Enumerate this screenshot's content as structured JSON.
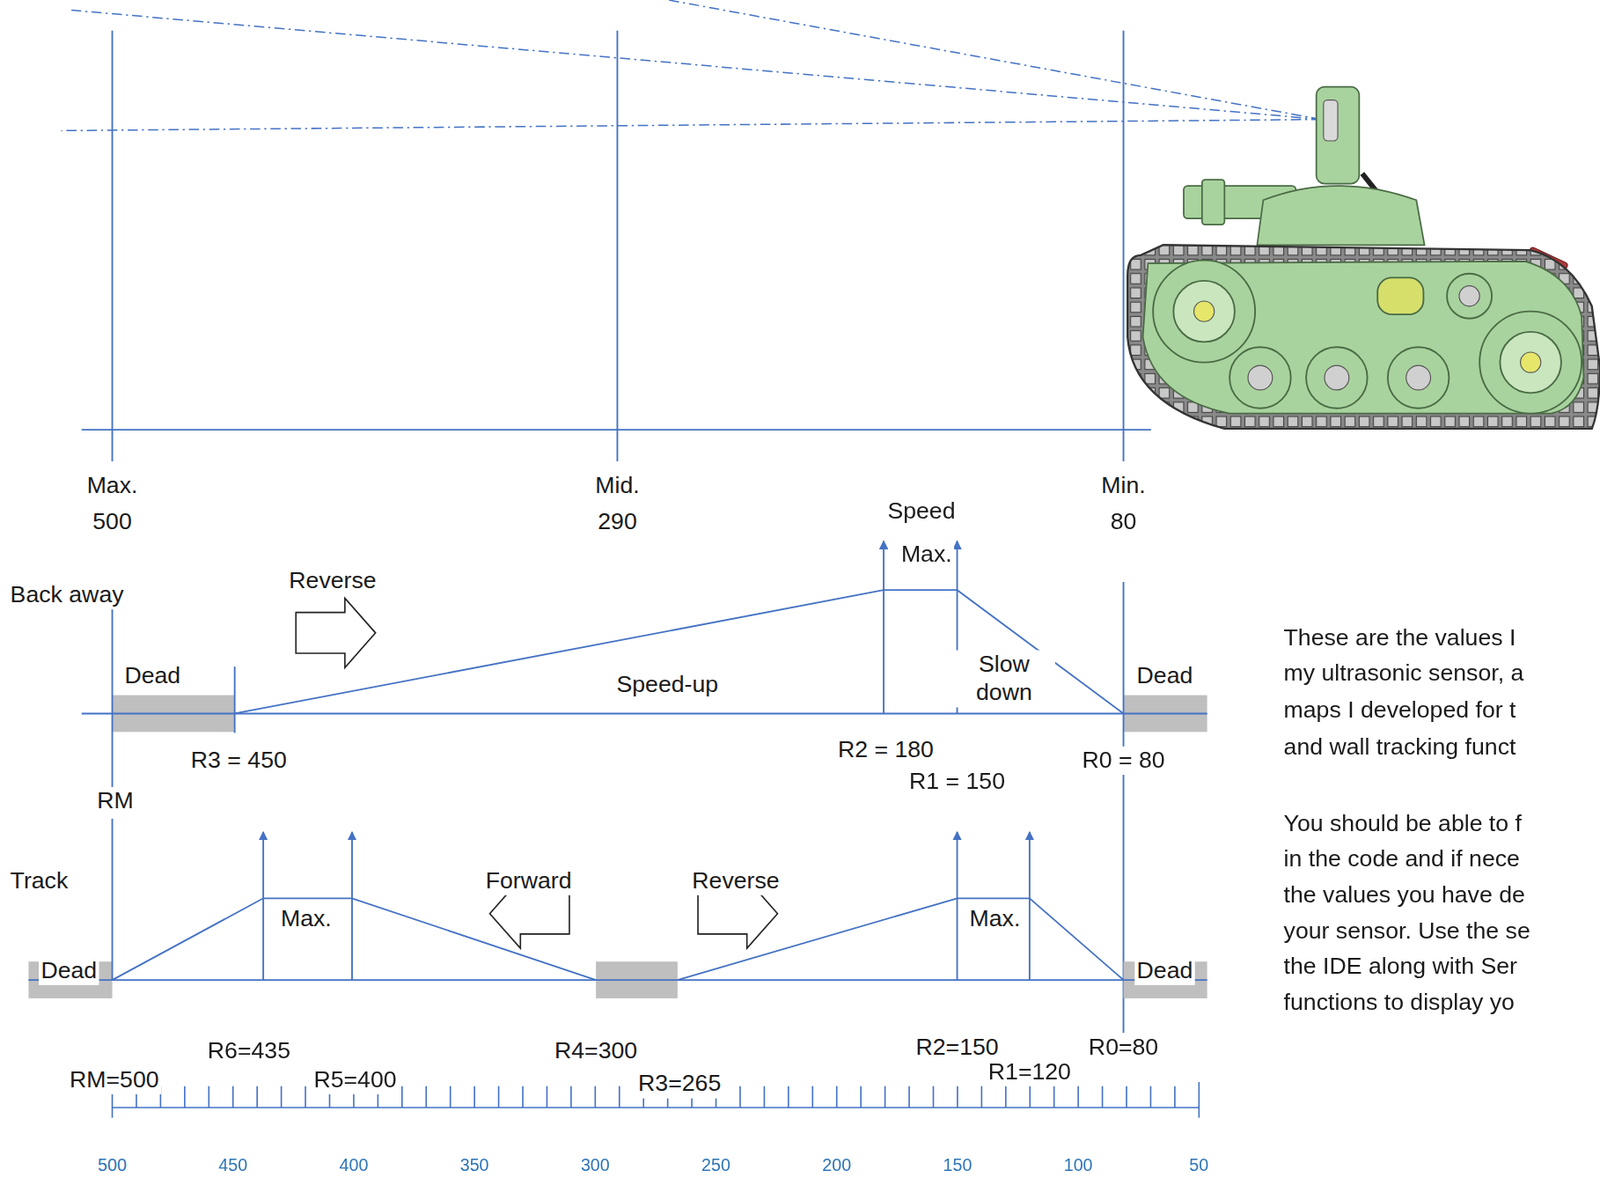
{
  "diagram": {
    "labels": [
      "Max.",
      "500",
      "Mid.",
      "290",
      "Min.",
      "80",
      "Speed",
      "Max.",
      "Back away",
      "Reverse",
      "Dead",
      "Speed-up",
      "Slow down",
      "Dead",
      "R3 = 450",
      "R2 = 180",
      "R1 = 150",
      "R0 = 80",
      "RM",
      "Track",
      "Forward",
      "Reverse",
      "Max.",
      "Max.",
      "Dead",
      "Dead",
      "RM=500",
      "R6=435",
      "R5=400",
      "R4=300",
      "R3=265",
      "R2=150",
      "R1=120",
      "R0=80",
      "These are the values I",
      "my ultrasonic sensor, a",
      "maps I developed for t",
      "and wall tracking funct",
      "You should be able to f",
      "in the code and if nece",
      "the values you have de",
      "your sensor. Use the se",
      "the IDE along with Ser",
      "functions to display yo",
      "500",
      "450",
      "400",
      "350",
      "300",
      "250",
      "200",
      "150",
      "100",
      "50"
    ]
  }
}
